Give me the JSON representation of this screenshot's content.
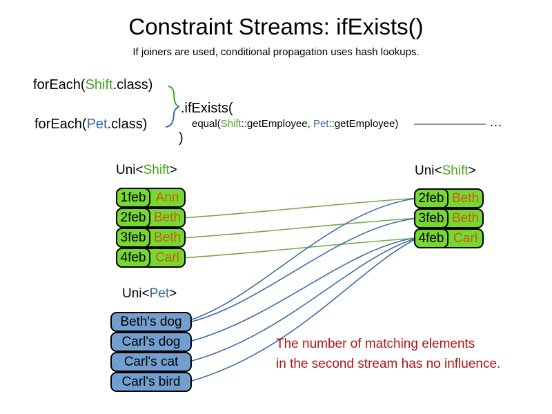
{
  "slide": {
    "title": "Constraint Streams: ifExists()",
    "subtitle": "If joiners are used, conditional propagation uses hash lookups."
  },
  "code": {
    "foreach_shift": {
      "pre": "forEach(",
      "type": "Shift",
      "post": ".class)"
    },
    "foreach_pet": {
      "pre": "forEach(",
      "type": "Pet",
      "post": ".class)"
    },
    "if_exists_label": ".ifExists(",
    "equal": {
      "pre": "equal(",
      "type1": "Shift",
      "mid": "::getEmployee, ",
      "type2": "Pet",
      "post": "::getEmployee)"
    },
    "ellipsis": "…",
    "close_paren": ")"
  },
  "left_shift_table": {
    "header": {
      "pre": "Uni<",
      "type": "Shift",
      "post": ">"
    },
    "rows": [
      {
        "date": "1feb",
        "name": "Ann"
      },
      {
        "date": "2feb",
        "name": "Beth"
      },
      {
        "date": "3feb",
        "name": "Beth"
      },
      {
        "date": "4feb",
        "name": "Carl"
      }
    ]
  },
  "right_shift_table": {
    "header": {
      "pre": "Uni<",
      "type": "Shift",
      "post": ">"
    },
    "rows": [
      {
        "date": "2feb",
        "name": "Beth"
      },
      {
        "date": "3feb",
        "name": "Beth"
      },
      {
        "date": "4feb",
        "name": "Carl"
      }
    ]
  },
  "pet_table": {
    "header": {
      "pre": "Uni<",
      "type": "Pet",
      "post": ">"
    },
    "rows": [
      {
        "name": "Beth's dog"
      },
      {
        "name": "Carl's dog"
      },
      {
        "name": "Carl's cat"
      },
      {
        "name": "Carl's bird"
      }
    ]
  },
  "note": {
    "line1": "The number of matching elements",
    "line2": "in the second stream has no influence."
  },
  "colors": {
    "shift_type_green": "#44a51c",
    "pet_type_blue": "#3465a4",
    "shift_box_fill": "#77d832",
    "pet_box_fill": "#729fcf",
    "employee_name_orange": "#c55f11",
    "green_link": "#74a84c",
    "blue_link": "#3d6ba5",
    "purple_link": "#7e6699",
    "note_red": "#b01212"
  }
}
